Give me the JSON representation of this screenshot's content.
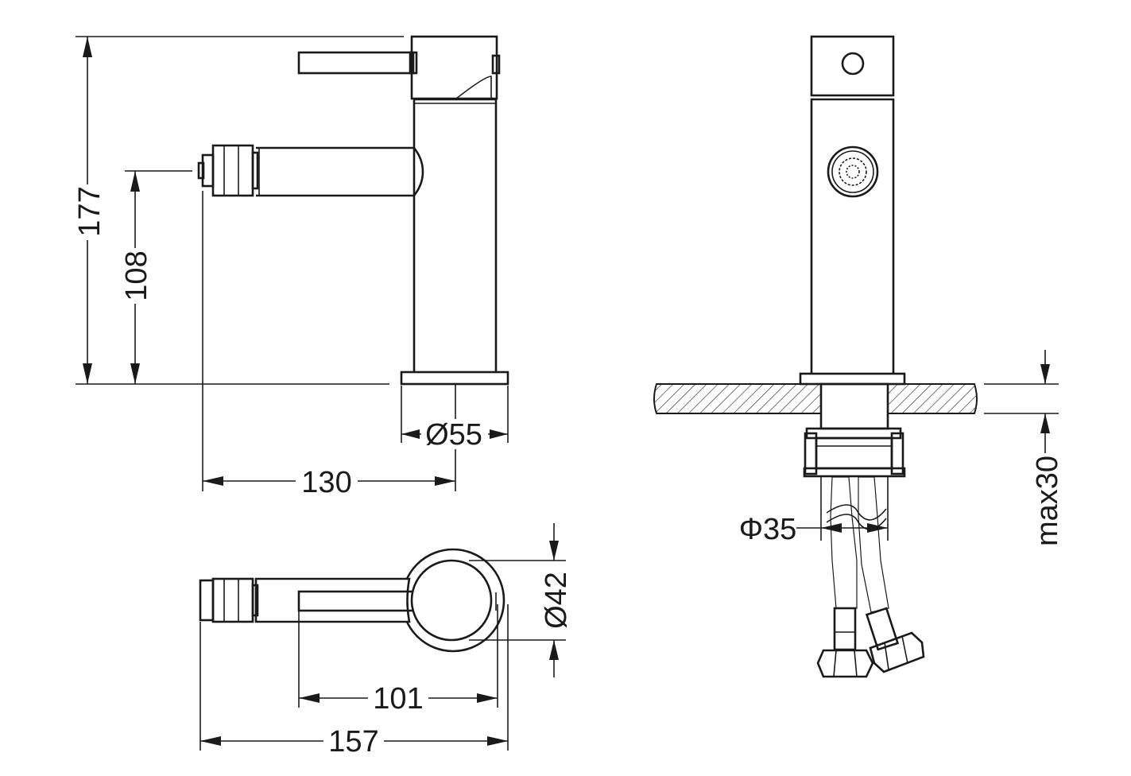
{
  "dimensions": {
    "height_total": "177",
    "height_spout": "108",
    "base_diameter": "Ø55",
    "spout_reach": "130",
    "body_diameter": "Ø42",
    "lever_length": "101",
    "overall_length": "157",
    "hole_diameter": "Φ35",
    "deck_thickness": "max30"
  },
  "colors": {
    "line": "#1a1a1a",
    "background": "#ffffff"
  }
}
